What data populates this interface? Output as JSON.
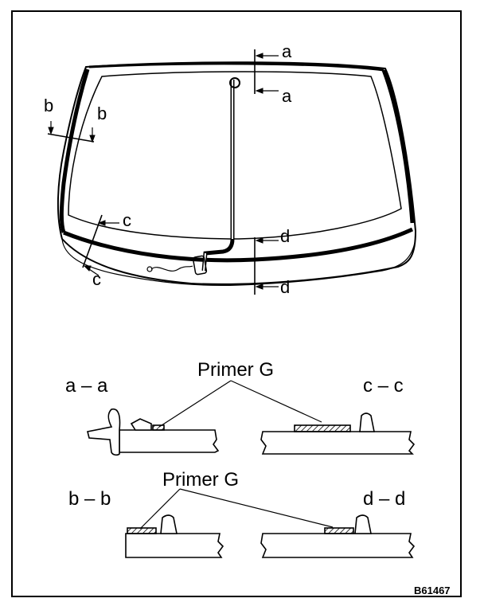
{
  "diagram": {
    "section_labels": {
      "a_top": "a",
      "a_bottom": "a",
      "b_left": "b",
      "b_right": "b",
      "c_top": "c",
      "c_bottom": "c",
      "d_top": "d",
      "d_bottom": "d"
    },
    "sections": {
      "aa": "a – a",
      "bb": "b – b",
      "cc": "c – c",
      "dd": "d – d"
    },
    "callouts": {
      "primer_top": "Primer G",
      "primer_bottom": "Primer G"
    },
    "figure_code": "B61467"
  }
}
